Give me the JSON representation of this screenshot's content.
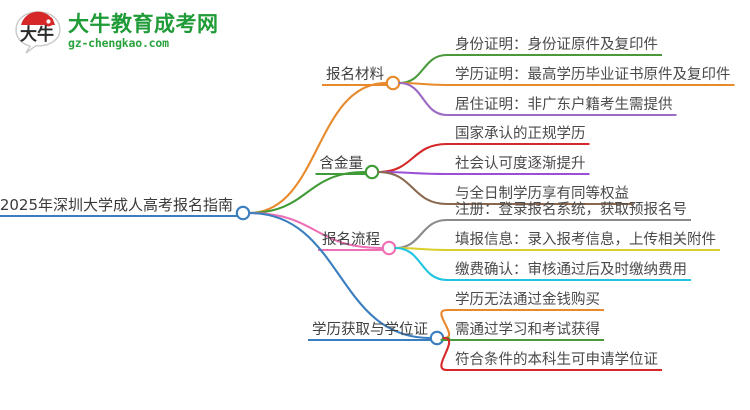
{
  "logo": {
    "mark_text": "大牛",
    "title": "大牛教育成考网",
    "subtitle": "gz-chengkao.com",
    "brand_color": "#1f9b37",
    "accent_color": "#d62828"
  },
  "mindmap": {
    "root": {
      "label": "2025年深圳大学成人高考报名指南",
      "color": "#3a7ebf"
    },
    "branches": [
      {
        "label": "报名材料",
        "color": "#e8892b",
        "children": [
          {
            "label": "身份证明：身份证原件及复印件",
            "color": "#4a9a3c"
          },
          {
            "label": "学历证明：最高学历毕业证书原件及复印件",
            "color": "#e8892b"
          },
          {
            "label": "居住证明：非广东户籍考生需提供",
            "color": "#9b6bc4"
          }
        ]
      },
      {
        "label": "含金量",
        "color": "#3f9b35",
        "children": [
          {
            "label": "国家承认的正规学历",
            "color": "#d62828"
          },
          {
            "label": "社会认可度逐渐提升",
            "color": "#9b4fd6"
          },
          {
            "label": "与全日制学历享有同等权益",
            "color": "#8a6850"
          }
        ]
      },
      {
        "label": "报名流程",
        "color": "#ef6fb5",
        "children": [
          {
            "label": "注册：登录报名系统，获取预报名号",
            "color": "#8a8a8a"
          },
          {
            "label": "填报信息：录入报考信息，上传相关附件",
            "color": "#d8cd2a"
          },
          {
            "label": "缴费确认：审核通过后及时缴纳费用",
            "color": "#1fc4e0"
          }
        ]
      },
      {
        "label": "学历获取与学位证",
        "color": "#3a7ebf",
        "children": [
          {
            "label": "学历无法通过金钱购买",
            "color": "#e8892b"
          },
          {
            "label": "需通过学习和考试获得",
            "color": "#4a9a3c"
          },
          {
            "label": "符合条件的本科生可申请学位证",
            "color": "#d62828"
          }
        ]
      }
    ]
  }
}
